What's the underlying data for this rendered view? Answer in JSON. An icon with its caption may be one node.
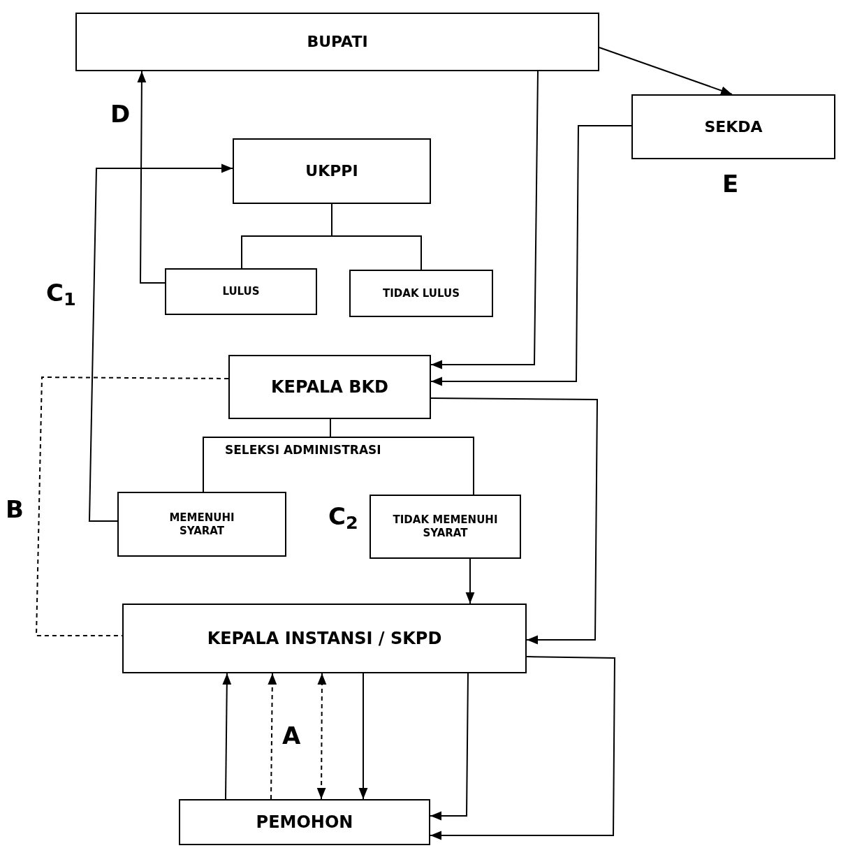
{
  "diagram": {
    "nodes": [
      {
        "text": [
          "BUPATI"
        ]
      },
      {
        "text": [
          "SEKDA"
        ],
        "beside": [
          "E"
        ]
      },
      {
        "text": [
          "UKPPI"
        ]
      },
      {
        "text": [
          "LULUS"
        ]
      },
      {
        "text": [
          "TIDAK LULUS"
        ]
      },
      {
        "text": [
          "KEPALA BKD"
        ]
      },
      {
        "text": [
          "MEMENUHI SYARAT"
        ]
      },
      {
        "text": [
          "TIDAK MEMENUHI SYARAT"
        ]
      },
      {
        "text": [
          "KEPALA INSTANSI / SKPD"
        ]
      },
      {
        "text": [
          "PEMOHON"
        ]
      }
    ],
    "edges": [
      {
        "from": 0,
        "to": 1,
        "arrow": "to"
      },
      {
        "from": 0,
        "to": 5,
        "arrow": "to"
      },
      {
        "from": 1,
        "to": 5,
        "arrow": "to"
      },
      {
        "from": 2,
        "to": 3,
        "arrow": "none"
      },
      {
        "from": 2,
        "to": 4,
        "arrow": "none"
      },
      {
        "from": 3,
        "to": 0,
        "arrow": "to"
      },
      {
        "from": 6,
        "to": 2,
        "arrow": "to"
      },
      {
        "from": 5,
        "to": 6,
        "arrow": "none"
      },
      {
        "from": 5,
        "to": 7,
        "arrow": "none"
      },
      {
        "from": 7,
        "to": 8,
        "arrow": "to"
      },
      {
        "from": 5,
        "to": 8,
        "arrow": "to"
      },
      {
        "from": 5,
        "to": 8,
        "arrow": "none",
        "style": "dashed"
      },
      {
        "from": 9,
        "to": 8,
        "arrow": "to"
      },
      {
        "from": 9,
        "to": 8,
        "arrow": "to",
        "style": "dashed"
      },
      {
        "from": 8,
        "to": 9,
        "arrow": "both",
        "style": "dashed"
      },
      {
        "from": 8,
        "to": 9,
        "arrow": "to"
      },
      {
        "from": 8,
        "to": 9,
        "arrow": "to"
      },
      {
        "from": 8,
        "to": 9,
        "arrow": "to"
      }
    ],
    "labels": [
      "D",
      "C$_{1}$",
      "SELEKSI ADMINISTRASI",
      "B",
      "C$_{2}$",
      "A"
    ]
  }
}
